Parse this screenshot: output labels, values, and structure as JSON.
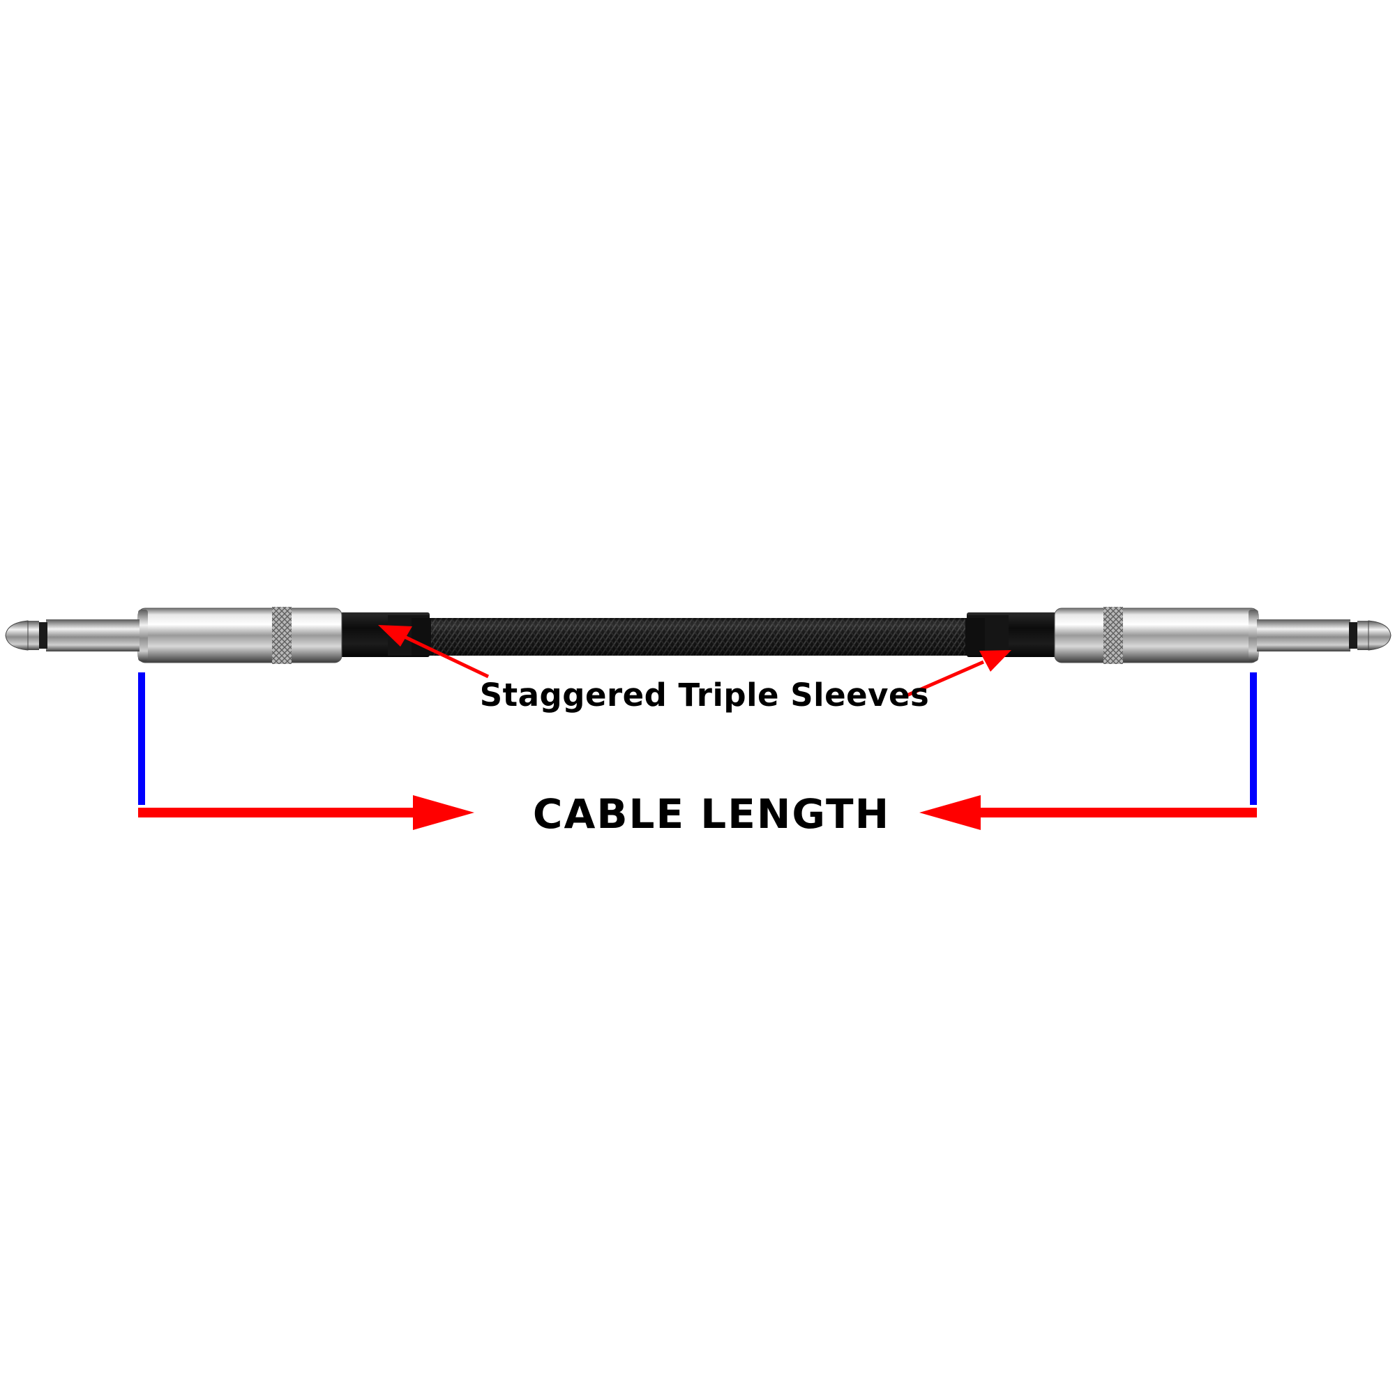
{
  "annotations": {
    "sleeves_label": "Staggered Triple Sleeves",
    "length_label": "CABLE LENGTH"
  },
  "colors": {
    "arrow": "#ff0000",
    "bracket": "#0000ff",
    "cable": "#141414",
    "connector": "silver-chrome"
  },
  "icons": {
    "left_plug": "quarter-inch-jack-plug-icon",
    "right_plug": "quarter-inch-jack-plug-icon"
  }
}
